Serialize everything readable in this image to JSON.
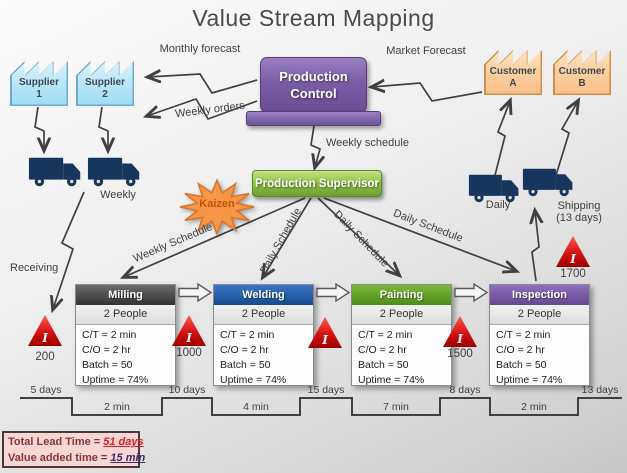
{
  "title": "Value Stream Mapping",
  "suppliers": [
    {
      "line1": "Supplier",
      "line2": "1"
    },
    {
      "line1": "Supplier",
      "line2": "2"
    }
  ],
  "customers": [
    {
      "line1": "Customer",
      "line2": "A"
    },
    {
      "line1": "Customer",
      "line2": "B"
    }
  ],
  "production_control": {
    "line1": "Production",
    "line2": "Control"
  },
  "production_supervisor": {
    "label": "Production Supervisor"
  },
  "kaizen": {
    "label": "Kaizen"
  },
  "flow_labels": {
    "monthly_forecast": "Monthly forecast",
    "weekly_orders": "Weekly orders",
    "market_forecast": "Market Forecast",
    "weekly_schedule": "Weekly schedule",
    "weekly": "Weekly",
    "receiving": "Receiving",
    "daily": "Daily",
    "shipping_line1": "Shipping",
    "shipping_line2": "(13 days)"
  },
  "schedule_arrows": [
    {
      "label": "Weekly Schedule"
    },
    {
      "label": "Daily Schedule"
    },
    {
      "label": "Daily Schedule"
    },
    {
      "label": "Daily Schedule"
    }
  ],
  "processes": [
    {
      "name": "Milling",
      "people": "2 People",
      "metrics": [
        "C/T = 2 min",
        "C/O = 2 hr",
        "Batch = 50",
        "Uptime  = 74%"
      ]
    },
    {
      "name": "Welding",
      "people": "2 People",
      "metrics": [
        "C/T = 2 min",
        "C/O = 2 hr",
        "Batch = 50",
        "Uptime  = 74%"
      ]
    },
    {
      "name": "Painting",
      "people": "2 People",
      "metrics": [
        "C/T = 2 min",
        "C/O = 2 hr",
        "Batch = 50",
        "Uptime  = 74%"
      ]
    },
    {
      "name": "Inspection",
      "people": "2 People",
      "metrics": [
        "C/T = 2 min",
        "C/O = 2 hr",
        "Batch = 50",
        "Uptime  = 74%"
      ]
    }
  ],
  "inventory": {
    "icon_letter": "I",
    "counts": [
      "200",
      "1000",
      "",
      "1500",
      "1700"
    ]
  },
  "timeline": {
    "days": [
      "5 days",
      "10 days",
      "15 days",
      "8 days",
      "13 days"
    ],
    "minutes": [
      "2 min",
      "4 min",
      "7 min",
      "2 min"
    ]
  },
  "summary": {
    "lead_time_label": "Total Lead Time = ",
    "lead_time_value": "51 days",
    "value_added_label": "Value added time = ",
    "value_added_value": "15 min"
  },
  "colors": {
    "supplier_fill": "#b9e6f8",
    "customer_fill": "#fbce9f",
    "control_purple": "#7a5da6",
    "supervisor_green": "#8fc04a",
    "kaizen_orange": "#f79646",
    "inventory_red": "#d61212",
    "truck_navy": "#17365d",
    "header_milling": "#3f3f3f",
    "header_welding": "#1f5ca9",
    "header_painting": "#5fa321",
    "header_inspection": "#7a5da6",
    "summary_bg": "#f7d6d6",
    "lead_time_red": "#e31b1b",
    "value_added_purple": "#3b2a66",
    "connector_gray": "#404040"
  }
}
